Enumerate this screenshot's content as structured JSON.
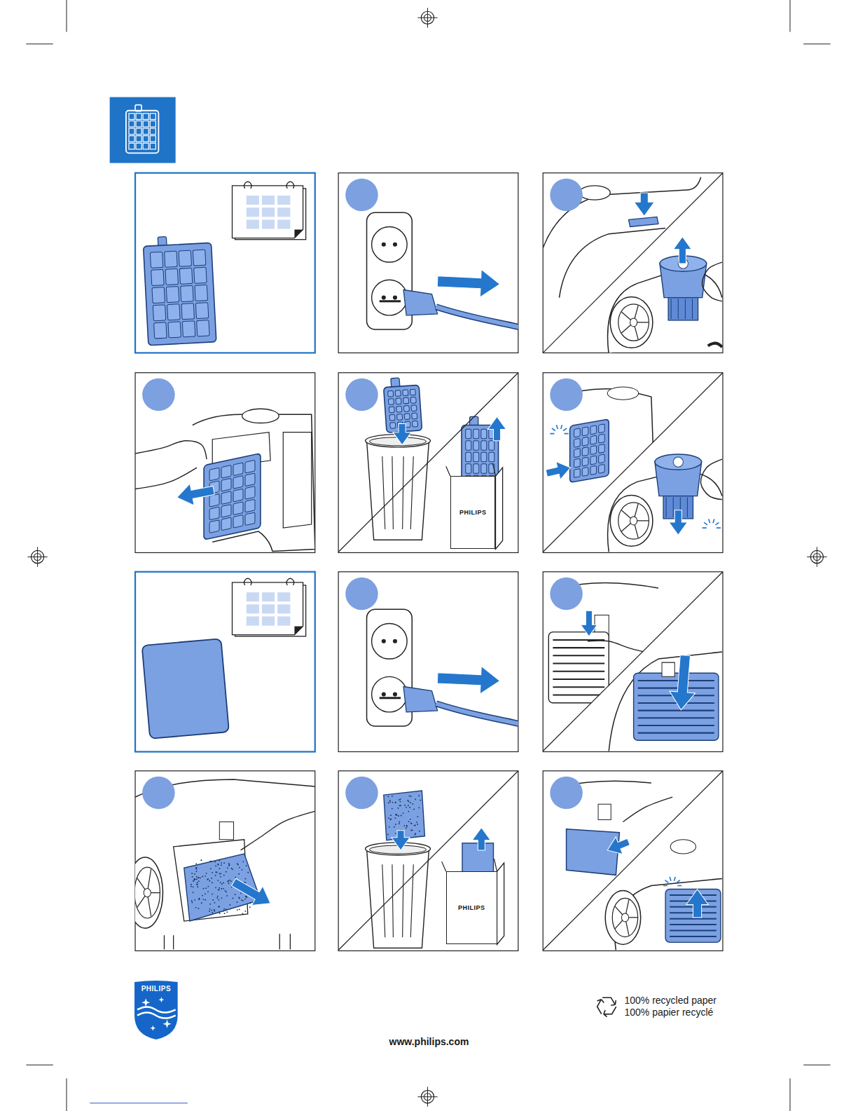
{
  "diagram": {
    "nodes": [
      {
        "text": [
          "PHILIPS"
        ]
      },
      {
        "text": [
          "PHILIPS"
        ]
      },
      {
        "text": [
          "PHILIPS"
        ]
      }
    ],
    "labels": [
      "100% recycled paper",
      "100% papier recyclé",
      "www.philips.com"
    ]
  }
}
